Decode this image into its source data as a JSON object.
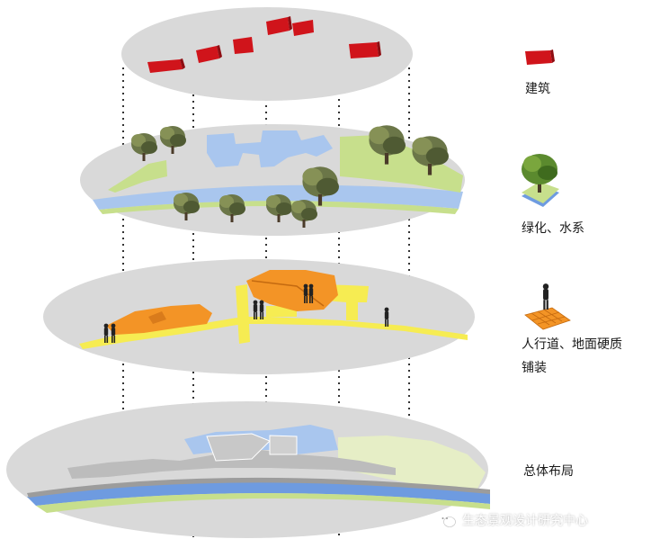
{
  "layers": [
    {
      "id": "buildings",
      "label": "建筑"
    },
    {
      "id": "green-water",
      "label": "绿化、水系"
    },
    {
      "id": "pavement",
      "label_lines": [
        "人行道、地面硬质",
        "铺装"
      ]
    },
    {
      "id": "overall",
      "label": "总体布局"
    }
  ],
  "watermark": "生态景观设计研究中心",
  "colors": {
    "ellipse": "#d9d9d9",
    "building": "#d0141b",
    "water": "#a9c6ee",
    "green": "#c7df8c",
    "pavement": "#f6ec52",
    "roof": "#f39426",
    "tree": "#5e6b3c"
  }
}
